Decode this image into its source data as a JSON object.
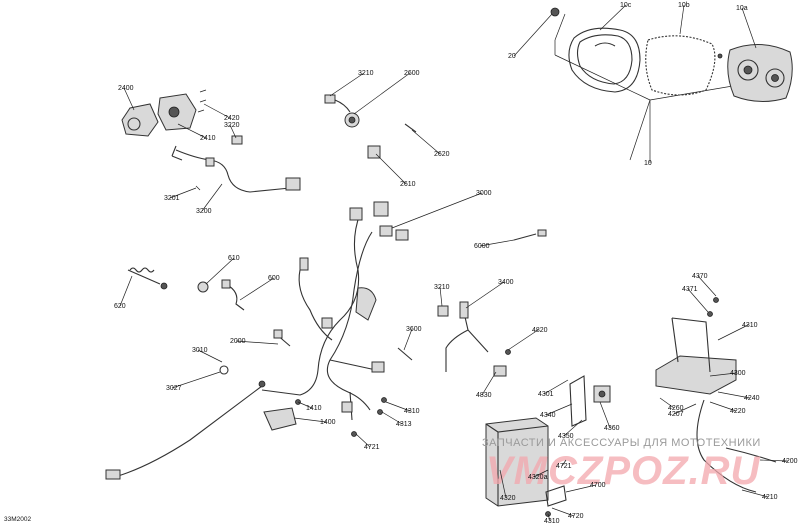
{
  "diagram_code": "33M2002",
  "watermark": {
    "tagline": "ЗАПЧАСТИ И АКСЕССУАРЫ ДЛЯ МОТОТЕХНИКИ",
    "brand": "VMCZPOZ.RU"
  },
  "labels": [
    "20",
    "10c",
    "10b",
    "10a",
    "10",
    "2400",
    "2410",
    "2420",
    "3220",
    "3210",
    "2600",
    "2620",
    "2610",
    "3201",
    "3200",
    "3000",
    "6000",
    "610",
    "620",
    "600",
    "2000",
    "3010",
    "3027",
    "1410",
    "1400",
    "4310",
    "4313",
    "4721",
    "3210",
    "3400",
    "3600",
    "4820",
    "4830",
    "4370",
    "4371",
    "4310",
    "4300",
    "4240",
    "4220",
    "4260",
    "4207",
    "4200",
    "4210",
    "4301",
    "4340",
    "4360",
    "4320",
    "4320a",
    "4721",
    "4700",
    "4720",
    "4310",
    "4350"
  ]
}
